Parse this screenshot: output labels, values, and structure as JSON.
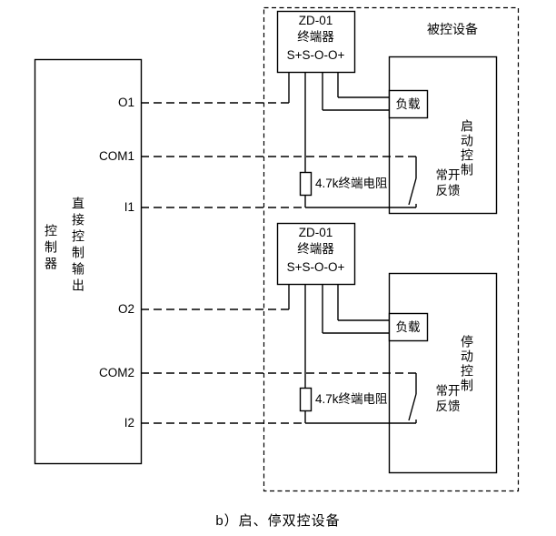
{
  "caption": "b）启、停双控设备",
  "controller": {
    "name_vertical": "控制器",
    "output_vertical": "直接控制输出",
    "terminals": {
      "o1": "O1",
      "com1": "COM1",
      "i1": "I1",
      "o2": "O2",
      "com2": "COM2",
      "i2": "I2"
    }
  },
  "device": {
    "label": "被控设备",
    "terminator1": {
      "model": "ZD-01",
      "name": "终端器",
      "pins": "S+S-O-O+"
    },
    "terminator2": {
      "model": "ZD-01",
      "name": "终端器",
      "pins": "S+S-O-O+"
    },
    "load1": "负载",
    "load2": "负载",
    "resistor1": "4.7k终端电阻",
    "resistor2": "4.7k终端电阻",
    "feedback1": {
      "line1": "常开",
      "line2": "反馈"
    },
    "feedback2": {
      "line1": "常开",
      "line2": "反馈"
    },
    "start_control": "启动控制",
    "stop_control": "停动控制"
  },
  "colors": {
    "line": "#000000",
    "background": "#ffffff"
  }
}
